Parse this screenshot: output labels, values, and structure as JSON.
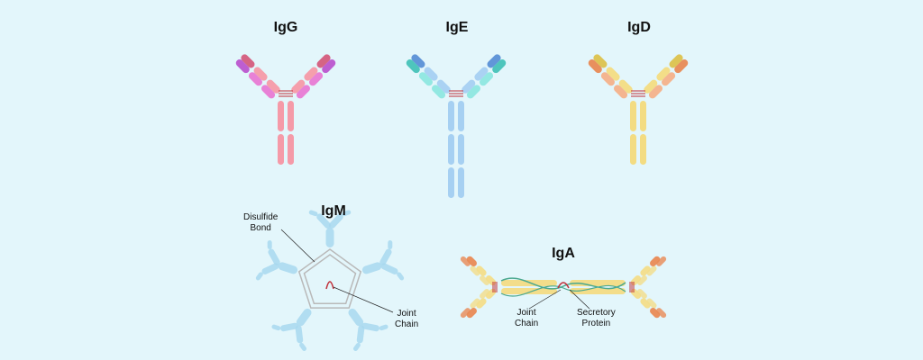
{
  "titles": {
    "igg": "IgG",
    "ige": "IgE",
    "igd": "IgD",
    "igm": "IgM",
    "iga": "IgA"
  },
  "labels": {
    "disulfide_bond_line1": "Disulfide",
    "disulfide_bond_line2": "Bond",
    "igm_joint_chain_line1": "Joint",
    "igm_joint_chain_line2": "Chain",
    "iga_joint_chain_line1": "Joint",
    "iga_joint_chain_line2": "Chain",
    "secretory_protein_line1": "Secretory",
    "secretory_protein_line2": "Protein"
  },
  "colors": {
    "background": "#e3f6fb",
    "igg_heavy": "#f59aa8",
    "igg_light": "#e87ad4",
    "igg_tip_heavy": "#d45c7d",
    "igg_tip_light": "#bb55cf",
    "ige_heavy": "#a6d0f2",
    "ige_light": "#8ee7e0",
    "ige_tip_heavy": "#5a90d6",
    "ige_tip_light": "#46c2b8",
    "igd_heavy": "#f3dc82",
    "igd_light": "#f4b18a",
    "igd_tip_heavy": "#dcc24d",
    "igd_tip_light": "#e88a55",
    "igm": "#a8d8ef",
    "iga_body": "#f3dd8a",
    "iga_tip": "#e98a55",
    "disulfide": "#c0303a",
    "joint_chain": "#c0303a",
    "secretory_protein": "#4aa88f",
    "outline": "#b9b9b9"
  }
}
